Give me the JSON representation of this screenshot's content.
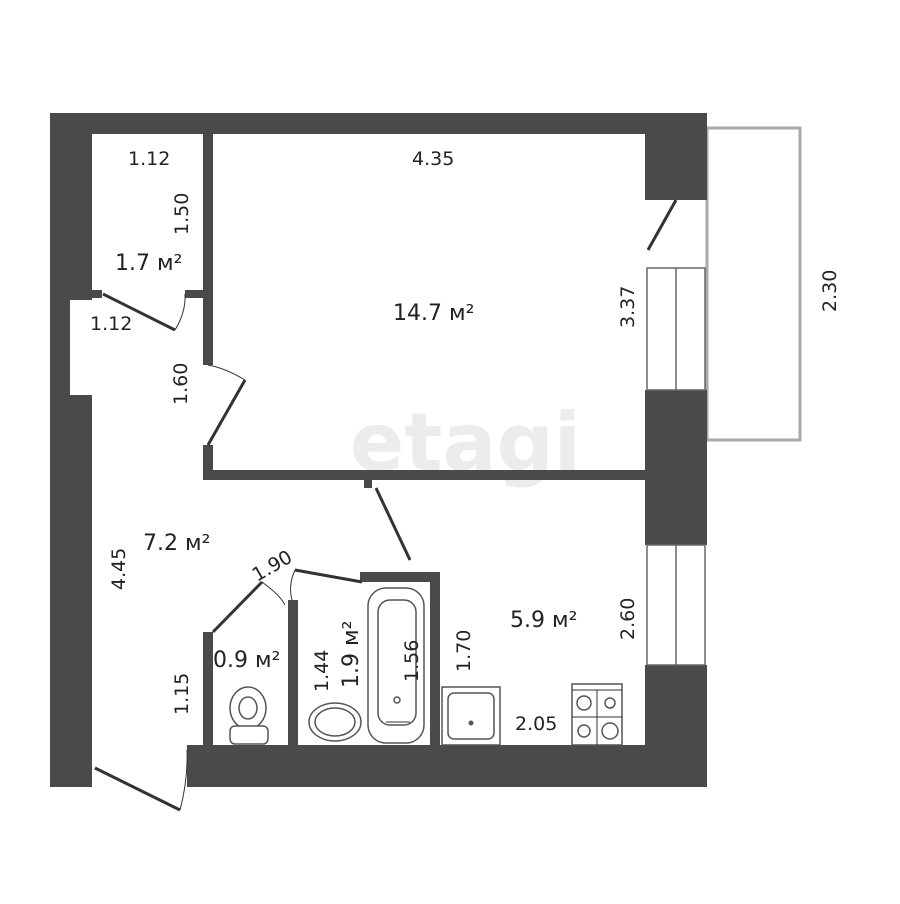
{
  "watermark": "etagi",
  "rooms": {
    "closet": {
      "area": "1.7 м²",
      "width": "1.12",
      "length": "1.50"
    },
    "living_room": {
      "area": "14.7 м²",
      "width": "4.35",
      "length": "3.37"
    },
    "hallway": {
      "area": "7.2 м²",
      "length": "4.45",
      "dim_a": "1.12",
      "dim_b": "1.60",
      "dim_c": "1.90",
      "dim_d": "1.15"
    },
    "toilet": {
      "area": "0.9 м²"
    },
    "bathroom": {
      "area": "1.9 м²",
      "length": "1.44",
      "tub_length": "1.56"
    },
    "kitchen": {
      "area": "5.9 м²",
      "length": "2.60",
      "dim_a": "1.70",
      "width": "2.05"
    },
    "balcony": {
      "length": "2.30"
    }
  },
  "colors": {
    "wall": "#4a4a4a"
  }
}
